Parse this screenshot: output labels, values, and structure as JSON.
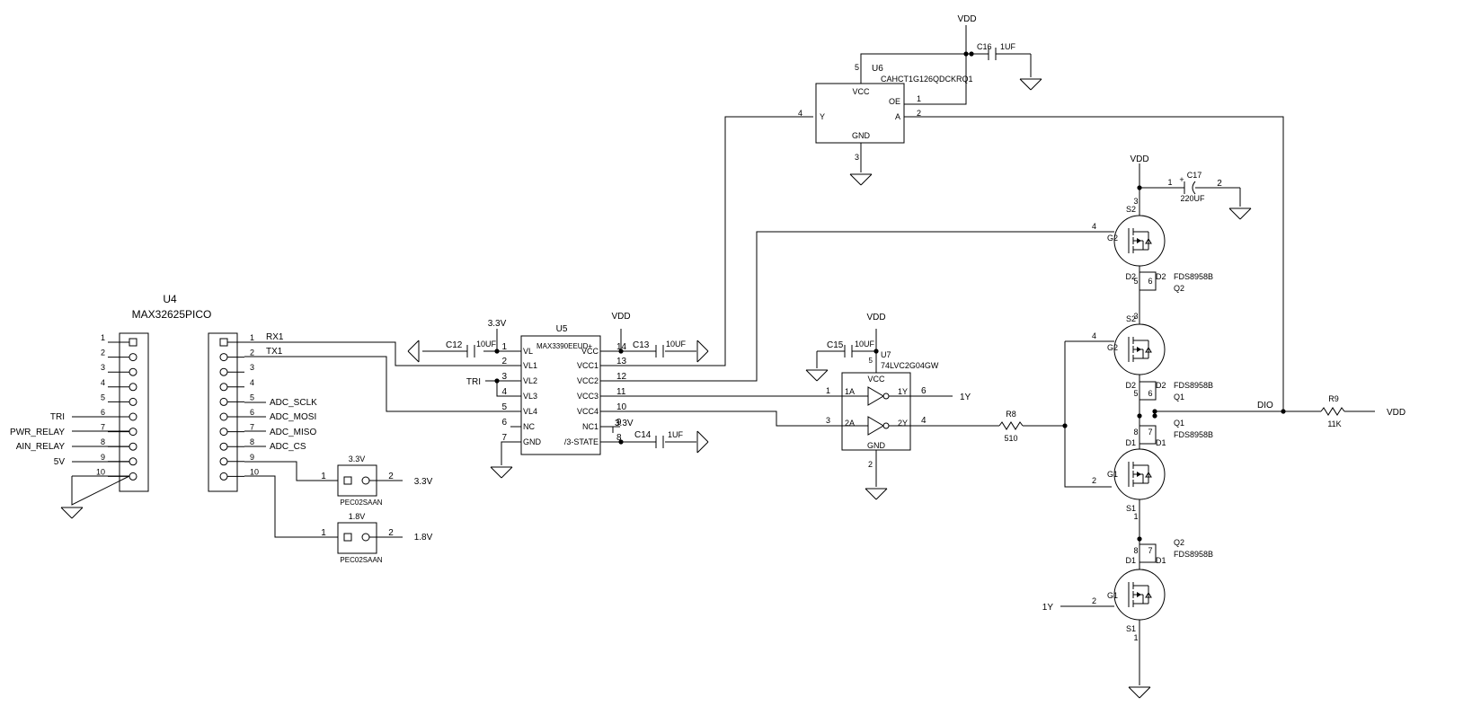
{
  "u4": {
    "ref": "U4",
    "part": "MAX32625PICO"
  },
  "j1": {
    "pins": [
      "1",
      "2",
      "3",
      "4",
      "5",
      "6",
      "7",
      "8",
      "9",
      "10"
    ],
    "nets": {
      "p6": "TRI",
      "p7": "PWR_RELAY",
      "p8": "AIN_RELAY",
      "p9": "5V"
    }
  },
  "j2": {
    "pins": [
      "1",
      "2",
      "3",
      "4",
      "5",
      "6",
      "7",
      "8",
      "9",
      "10"
    ],
    "nets": {
      "p1": "RX1",
      "p2": "TX1",
      "p5": "ADC_SCLK",
      "p6": "ADC_MOSI",
      "p7": "ADC_MISO",
      "p8": "ADC_CS"
    }
  },
  "jp33": {
    "label": "3.3V",
    "part": "PEC02SAAN",
    "p1": "1",
    "p2": "2",
    "net": "3.3V"
  },
  "jp18": {
    "label": "1.8V",
    "part": "PEC02SAAN",
    "p1": "1",
    "p2": "2",
    "net": "1.8V"
  },
  "u5": {
    "ref": "U5",
    "part": "MAX3390EEUD+",
    "left_pins": [
      {
        "num": "1",
        "name": "VL"
      },
      {
        "num": "2",
        "name": "VL1"
      },
      {
        "num": "3",
        "name": "VL2"
      },
      {
        "num": "4",
        "name": "VL3"
      },
      {
        "num": "5",
        "name": "VL4"
      },
      {
        "num": "6",
        "name": "NC"
      },
      {
        "num": "7",
        "name": "GND"
      }
    ],
    "right_pins": [
      {
        "num": "14",
        "name": "VCC"
      },
      {
        "num": "13",
        "name": "VCC1"
      },
      {
        "num": "12",
        "name": "VCC2"
      },
      {
        "num": "11",
        "name": "VCC3"
      },
      {
        "num": "10",
        "name": "VCC4"
      },
      {
        "num": "9",
        "name": "NC1"
      },
      {
        "num": "8",
        "name": "/3-STATE"
      }
    ]
  },
  "u6": {
    "ref": "U6",
    "part": "CAHCT1G126QDCKRQ1",
    "vcc": "VCC",
    "gnd": "GND",
    "oe": "OE",
    "y": "Y",
    "a": "A",
    "pin5": "5",
    "pin1": "1",
    "pin4": "4",
    "pin2": "2",
    "pin3": "3"
  },
  "u7": {
    "ref": "U7",
    "part": "74LVC2G04GW",
    "vcc": "VCC",
    "gnd": "GND",
    "a1": "1A",
    "y1": "1Y",
    "a2": "2A",
    "y2": "2Y",
    "pin5": "5",
    "pin1": "1",
    "pin6": "6",
    "pin3": "3",
    "pin4": "4",
    "pin2": "2"
  },
  "caps": {
    "c12": {
      "ref": "C12",
      "val": "10UF"
    },
    "c13": {
      "ref": "C13",
      "val": "10UF"
    },
    "c14": {
      "ref": "C14",
      "val": "1UF"
    },
    "c15": {
      "ref": "C15",
      "val": "10UF"
    },
    "c16": {
      "ref": "C16",
      "val": "1UF"
    },
    "c17": {
      "ref": "C17",
      "val": "220UF",
      "p1": "1",
      "p2": "2",
      "plus": "+"
    }
  },
  "r8": {
    "ref": "R8",
    "val": "510"
  },
  "r9": {
    "ref": "R9",
    "val": "11K"
  },
  "nets": {
    "vdd": "VDD",
    "v33": "3.3V",
    "tri": "TRI",
    "y1": "1Y",
    "dio": "DIO"
  },
  "fet": {
    "part": "FDS8958B",
    "q1": "Q1",
    "q2": "Q2",
    "s1": "S1",
    "s2": "S2",
    "g1": "G1",
    "g2": "G2",
    "d1": "D1",
    "d2": "D2",
    "n1": "1",
    "n2": "2",
    "n3": "3",
    "n4": "4",
    "n5": "5",
    "n6": "6",
    "n7": "7",
    "n8": "8"
  }
}
